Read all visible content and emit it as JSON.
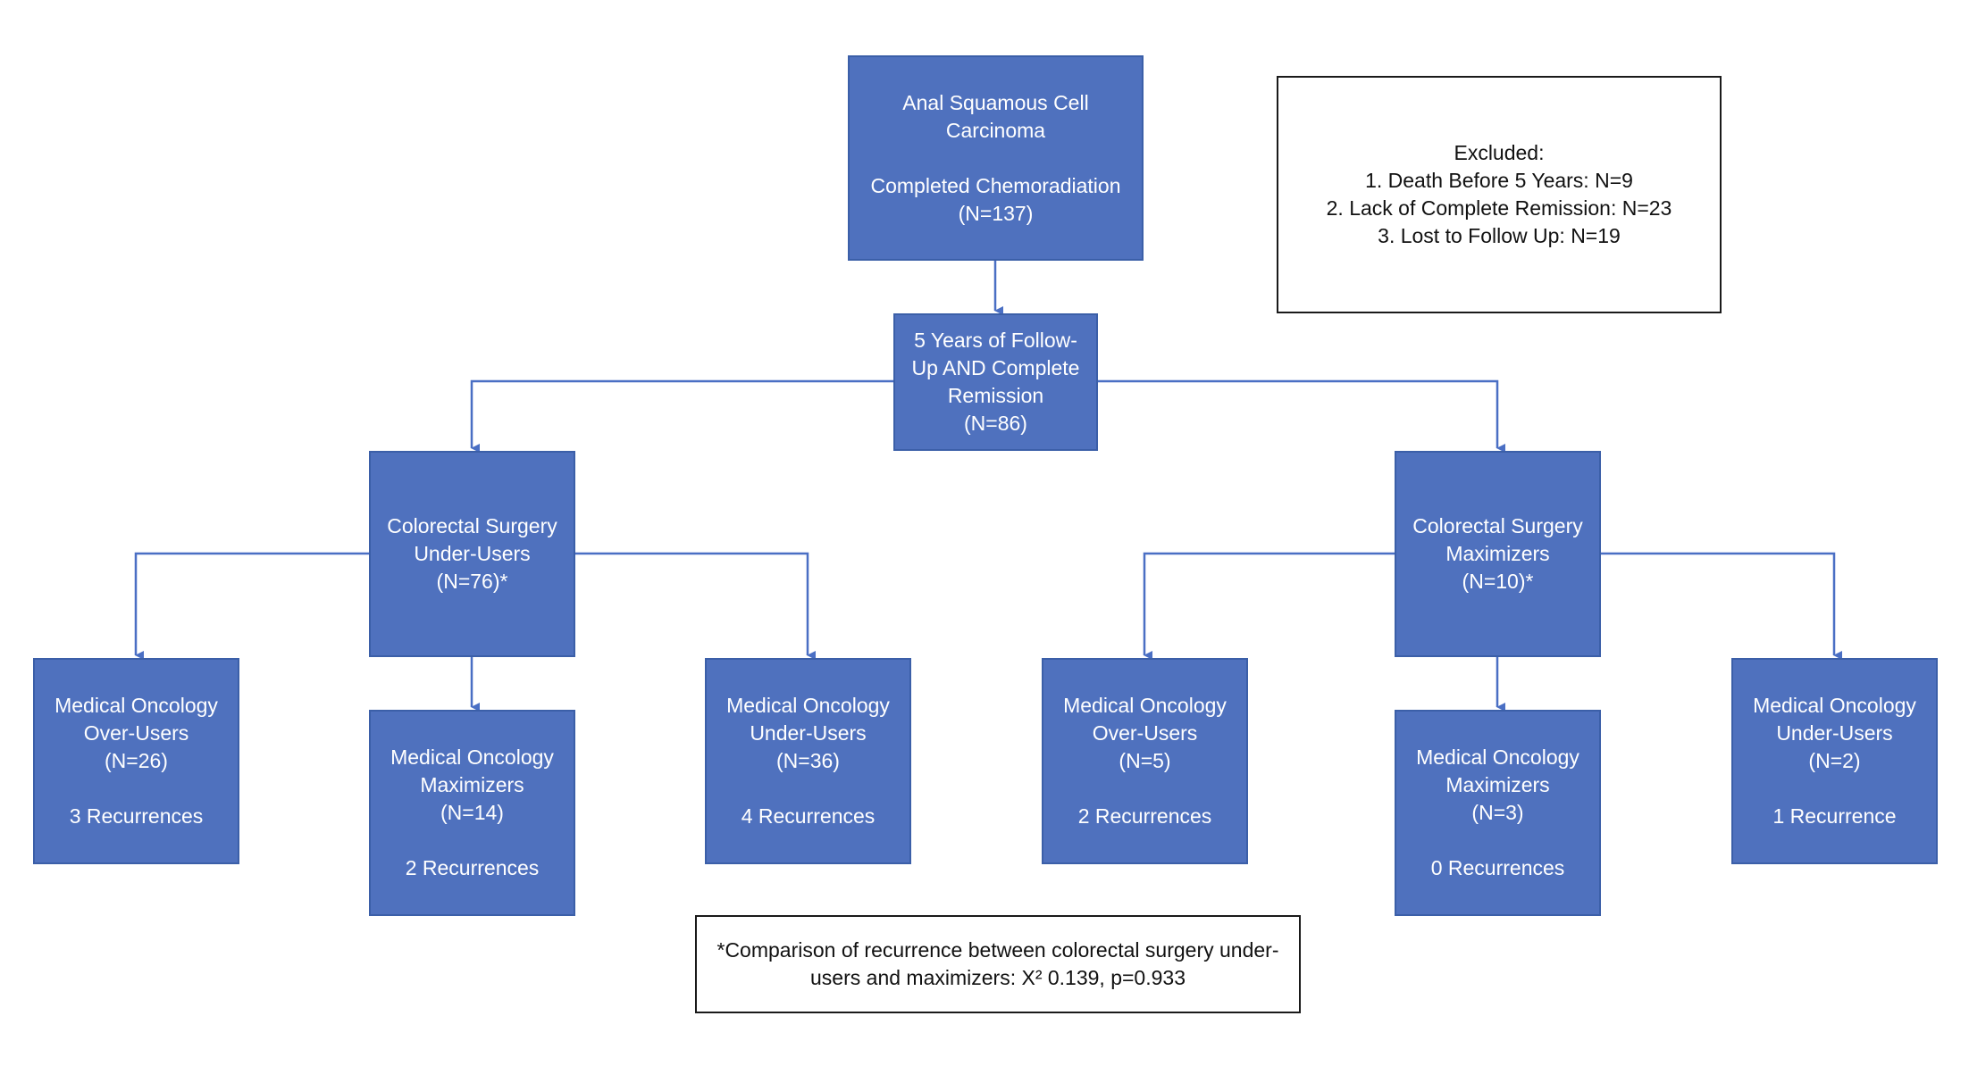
{
  "root": {
    "line1": "Anal Squamous Cell",
    "line2": "Carcinoma",
    "line3": "Completed Chemoradiation",
    "line4": "(N=137)"
  },
  "followup": {
    "line1": "5 Years of Follow-",
    "line2": "Up AND Complete",
    "line3": "Remission",
    "line4": "(N=86)"
  },
  "excluded": {
    "title": "Excluded:",
    "items": [
      "1. Death Before 5 Years: N=9",
      "2. Lack of Complete Remission: N=23",
      "3. Lost to Follow Up: N=19"
    ]
  },
  "under_users": {
    "line1": "Colorectal Surgery",
    "line2": "Under-Users",
    "line3": "(N=76)*"
  },
  "maximizers": {
    "line1": "Colorectal Surgery",
    "line2": "Maximizers",
    "line3": "(N=10)*"
  },
  "leaves": [
    {
      "line1": "Medical Oncology",
      "line2": "Over-Users",
      "line3": "(N=26)",
      "result": "3 Recurrences"
    },
    {
      "line1": "Medical Oncology",
      "line2": "Maximizers",
      "line3": "(N=14)",
      "result": "2 Recurrences"
    },
    {
      "line1": "Medical Oncology",
      "line2": "Under-Users",
      "line3": "(N=36)",
      "result": "4 Recurrences"
    },
    {
      "line1": "Medical Oncology",
      "line2": "Over-Users",
      "line3": "(N=5)",
      "result": "2 Recurrences"
    },
    {
      "line1": "Medical Oncology",
      "line2": "Maximizers",
      "line3": "(N=3)",
      "result": "0 Recurrences"
    },
    {
      "line1": "Medical Oncology",
      "line2": "Under-Users",
      "line3": "(N=2)",
      "result": "1 Recurrence"
    }
  ],
  "footnote": {
    "line1": "*Comparison of recurrence between colorectal surgery under-",
    "line2": "users and maximizers: X² 0.139, p=0.933"
  },
  "colors": {
    "box_fill": "#4f71be",
    "box_border": "#3b5fa8",
    "connector": "#4a6fc4",
    "note_border": "#1a1a1a"
  }
}
